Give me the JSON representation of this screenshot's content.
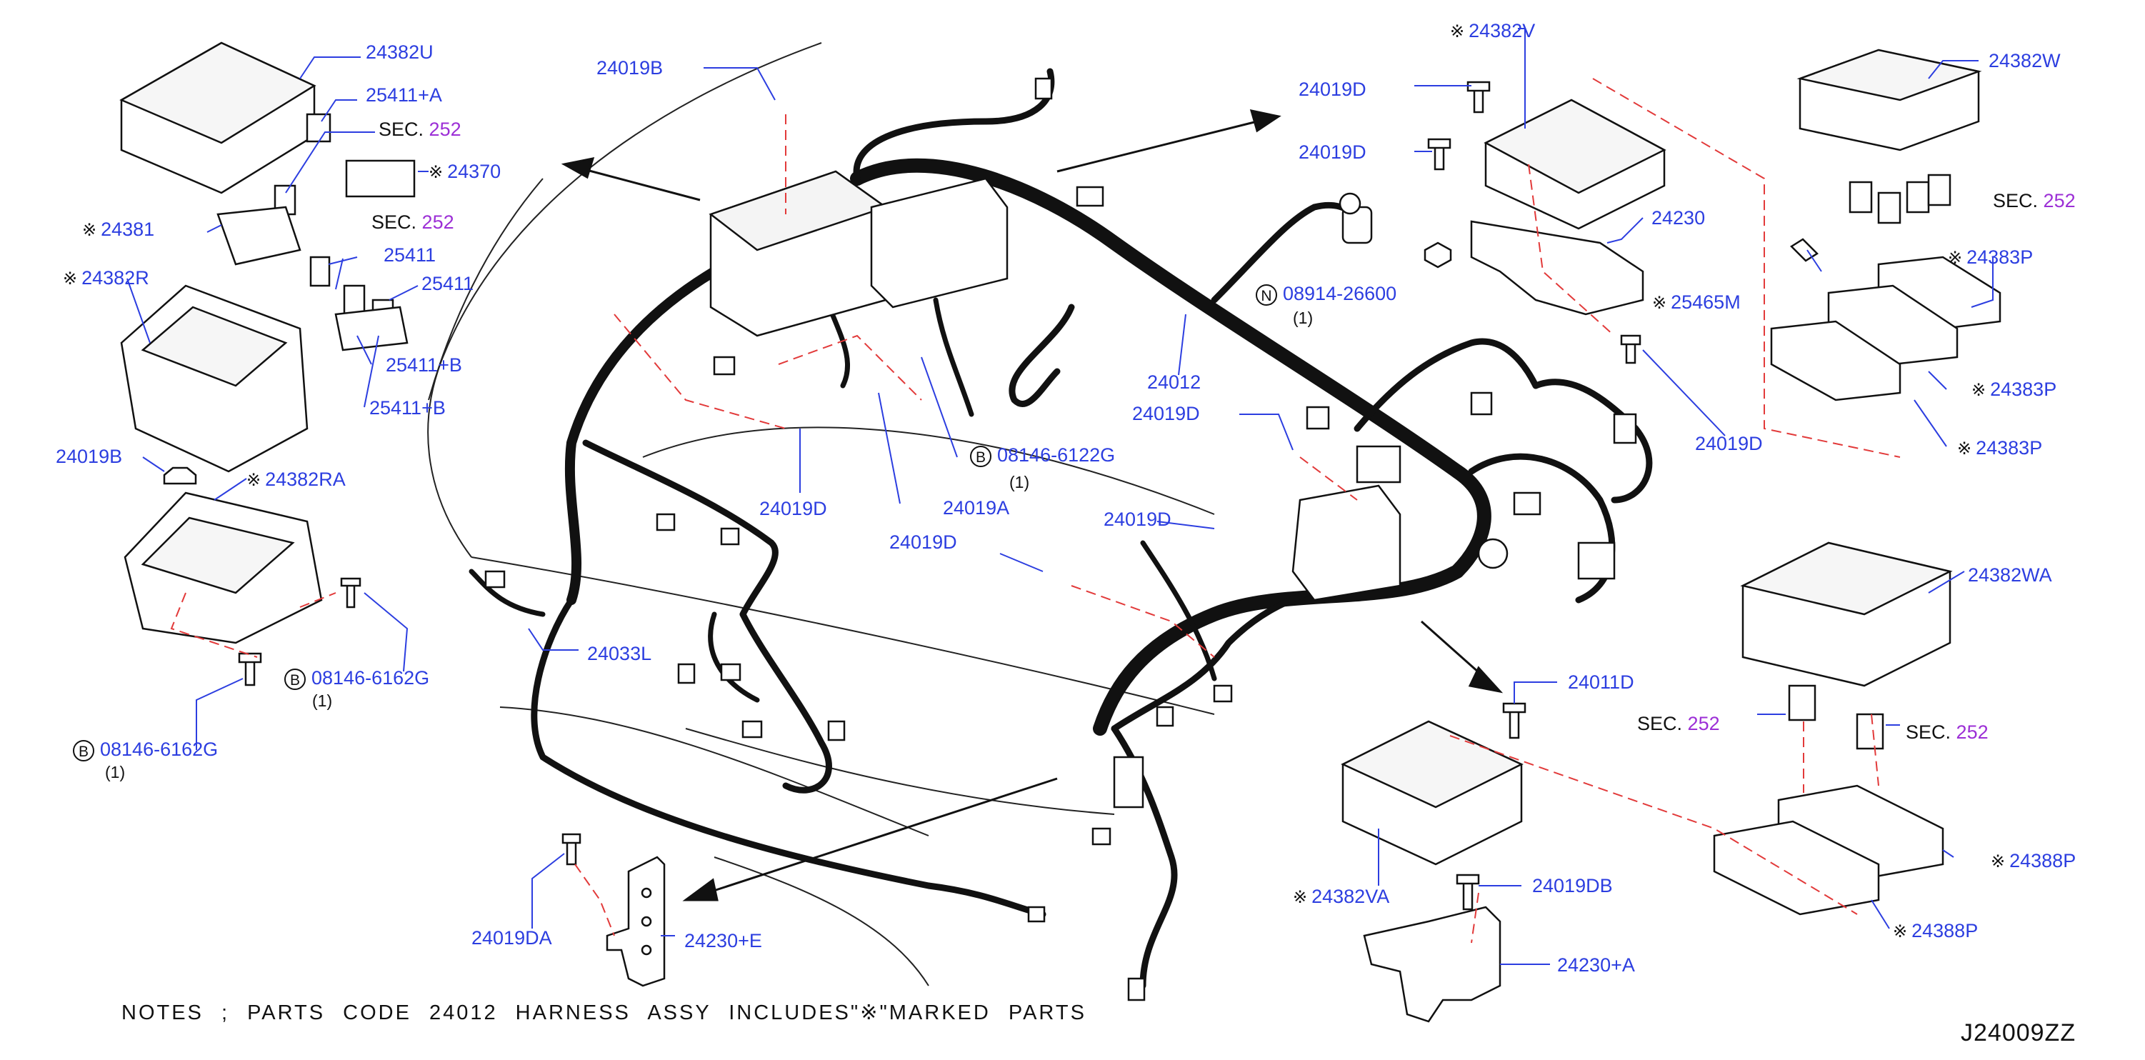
{
  "notes": "NOTES ; PARTS CODE 24012 HARNESS ASSY INCLUDES\"※\"MARKED PARTS",
  "diagram_code": "J24009ZZ",
  "sec_word": "SEC.",
  "sec_number": "252",
  "ref_mark": "※",
  "bolt_symbol": "B",
  "nut_symbol": "N",
  "qty_one": "(1)",
  "labels": {
    "p24382U": "24382U",
    "p25411A": "25411+A",
    "p24370": "24370",
    "p24381": "24381",
    "p25411a": "25411",
    "p25411b": "25411",
    "p24382R": "24382R",
    "p25411B1": "25411+B",
    "p25411B2": "25411+B",
    "p24019B_l": "24019B",
    "p24382RA": "24382RA",
    "p08146_6162G_a": "08146-6162G",
    "p08146_6162G_b": "08146-6162G",
    "p24019B_t": "24019B",
    "p24019D_a": "24019D",
    "p24019A": "24019A",
    "p08146_6122G": "08146-6122G",
    "p24033L": "24033L",
    "p24019D_b": "24019D",
    "p24019D_c": "24019D",
    "p24019D_d": "24019D",
    "p24012": "24012",
    "p08914_26600": "08914-26600",
    "p24382V": "24382V",
    "p24019D_e": "24019D",
    "p24019D_f": "24019D",
    "p24230": "24230",
    "p25465M": "25465M",
    "p24019D_g": "24019D",
    "p24382W": "24382W",
    "p24383P_a": "24383P",
    "p24383P_b": "24383P",
    "p24383P_c": "24383P",
    "p24382WA": "24382WA",
    "p24011D": "24011D",
    "p24382VA": "24382VA",
    "p24019DB": "24019DB",
    "p24230A": "24230+A",
    "p24388P_a": "24388P",
    "p24388P_b": "24388P",
    "p24019DA": "24019DA",
    "p24230E": "24230+E"
  },
  "colors": {
    "part_number": "#2c3ee0",
    "section_number": "#9c2fd6",
    "dash_line": "#e23a3a",
    "line": "#111111"
  }
}
